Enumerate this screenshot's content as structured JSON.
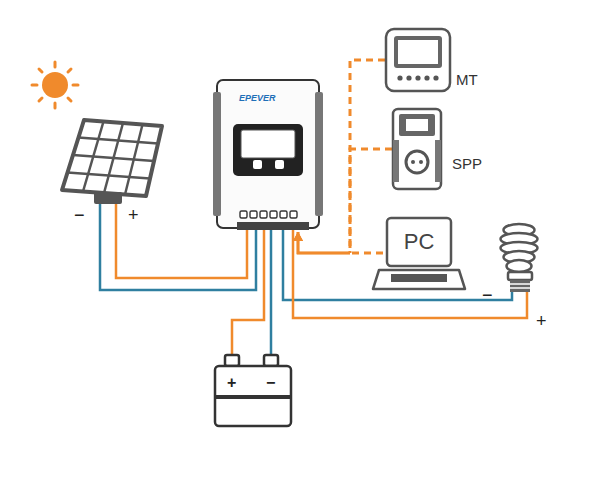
{
  "diagram": {
    "nodes": [
      {
        "text": [
          "−",
          "+"
        ]
      },
      {
        "text": [
          "EPEVER"
        ]
      },
      {
        "text": [
          "MT"
        ]
      },
      {
        "text": [
          "SPP"
        ]
      },
      {
        "text": [
          "PC"
        ]
      },
      {
        "text": [
          "−",
          "+"
        ]
      },
      {
        "text": [
          "+",
          "−"
        ]
      }
    ],
    "edges": [
      {
        "from": 0,
        "to": 1,
        "arrow": "none"
      },
      {
        "from": 0,
        "to": 1,
        "arrow": "none"
      },
      {
        "from": 6,
        "to": 1,
        "arrow": "none"
      },
      {
        "from": 6,
        "to": 1,
        "arrow": "none"
      },
      {
        "from": 1,
        "to": 5,
        "arrow": "none"
      },
      {
        "from": 1,
        "to": 5,
        "arrow": "none"
      },
      {
        "from": 2,
        "to": 1,
        "arrow": "to"
      },
      {
        "from": 3,
        "to": 1,
        "arrow": "to"
      },
      {
        "from": 4,
        "to": 1,
        "arrow": "to"
      }
    ]
  }
}
